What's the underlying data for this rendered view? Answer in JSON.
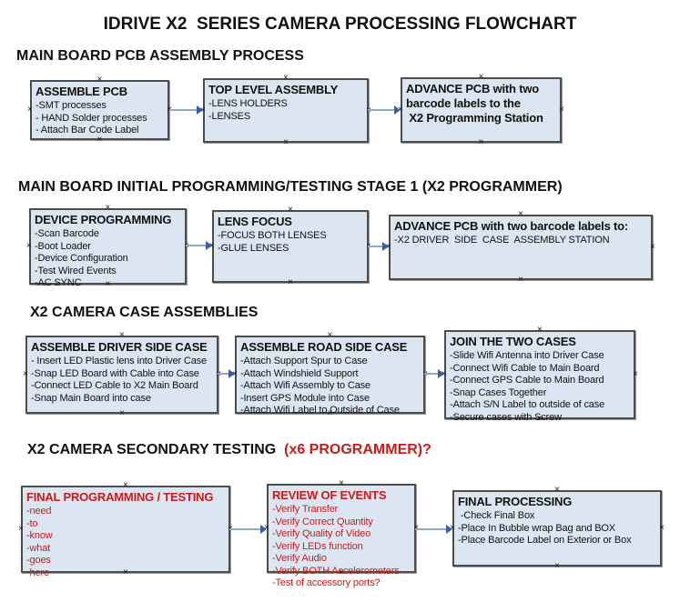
{
  "title": "IDRIVE X2  SERIES CAMERA PROCESSING FLOWCHART",
  "colors": {
    "box_fill": "#dce6f2",
    "box_border": "#4d4d4d",
    "red_text": "#cc1a1a",
    "arrow_line": "#92a8c6",
    "arrow_head": "#3a5ea8",
    "ink": "#111111"
  },
  "sections": [
    {
      "heading": "MAIN BOARD PCB ASSEMBLY PROCESS",
      "boxes": [
        {
          "title": "ASSEMBLE PCB",
          "items": [
            "-SMT processes",
            "- HAND Solder processes",
            "- Attach Bar Code Label"
          ],
          "text_color": "black"
        },
        {
          "title": "TOP LEVEL ASSEMBLY",
          "items": [
            "-LENS HOLDERS",
            "-LENSES"
          ],
          "text_color": "black"
        },
        {
          "title": "ADVANCE PCB with two\nbarcode labels to the\n X2 Programming Station",
          "items": [],
          "text_color": "black"
        }
      ]
    },
    {
      "heading": "MAIN BOARD INITIAL PROGRAMMING/TESTING STAGE 1 (X2 PROGRAMMER)",
      "boxes": [
        {
          "title": "DEVICE PROGRAMMING",
          "items": [
            "-Scan Barcode",
            "-Boot Loader",
            "-Device Configuration",
            "-Test Wired Events",
            "-AC SYNC"
          ],
          "text_color": "black"
        },
        {
          "title": "LENS FOCUS",
          "items": [
            "-FOCUS BOTH LENSES",
            "-GLUE LENSES"
          ],
          "text_color": "black"
        },
        {
          "title": "ADVANCE PCB with two barcode labels to:",
          "items": [
            "-X2 DRIVER  SIDE  CASE  ASSEMBLY STATION"
          ],
          "text_color": "black"
        }
      ]
    },
    {
      "heading": "X2 CAMERA CASE ASSEMBLIES",
      "boxes": [
        {
          "title": "ASSEMBLE DRIVER SIDE CASE",
          "items": [
            "- Insert LED Plastic lens into Driver Case",
            "-Snap LED Board with Cable into Case",
            "-Connect LED Cable to X2 Main Board",
            "-Snap Main Board into case"
          ],
          "text_color": "black"
        },
        {
          "title": "ASSEMBLE ROAD SIDE CASE",
          "items": [
            "-Attach Support Spur to Case",
            "-Attach Windshield Support",
            "-Attach Wifi Assembly to Case",
            "-Insert GPS Module into Case",
            "-Attach Wifi Label to Outside of Case"
          ],
          "text_color": "black"
        },
        {
          "title": "JOIN THE TWO CASES",
          "items": [
            "-Slide Wifi Antenna into Driver Case",
            "-Connect Wifi Cable to Main Board",
            "-Connect GPS Cable to Main Board",
            "-Snap Cases Together",
            "-Attach S/N Label to outside of case",
            "-Secure cases with Screw"
          ],
          "text_color": "black"
        }
      ]
    },
    {
      "heading": "X2 CAMERA SECONDARY TESTING  ",
      "heading_red": "(x6 PROGRAMMER)?",
      "boxes": [
        {
          "title": "FINAL PROGRAMMING / TESTING",
          "items": [
            "-need",
            "-to",
            "-know",
            "-what",
            "-goes",
            "-here"
          ],
          "text_color": "red"
        },
        {
          "title": "REVIEW OF EVENTS",
          "items": [
            "-Verify Transfer",
            "-Verify Correct Quantity",
            "-Verify Quality of Video",
            "-Verify LEDs function",
            "-Verify Audio",
            "-Verify BOTH Accelerometers",
            "-Test of accessory ports?"
          ],
          "text_color": "red"
        },
        {
          "title": "FINAL PROCESSING",
          "items": [
            " -Check Final Box",
            "-Place In Bubble wrap Bag and BOX",
            "-Place Barcode Label on Exterior or Box"
          ],
          "text_color": "black"
        }
      ]
    }
  ]
}
